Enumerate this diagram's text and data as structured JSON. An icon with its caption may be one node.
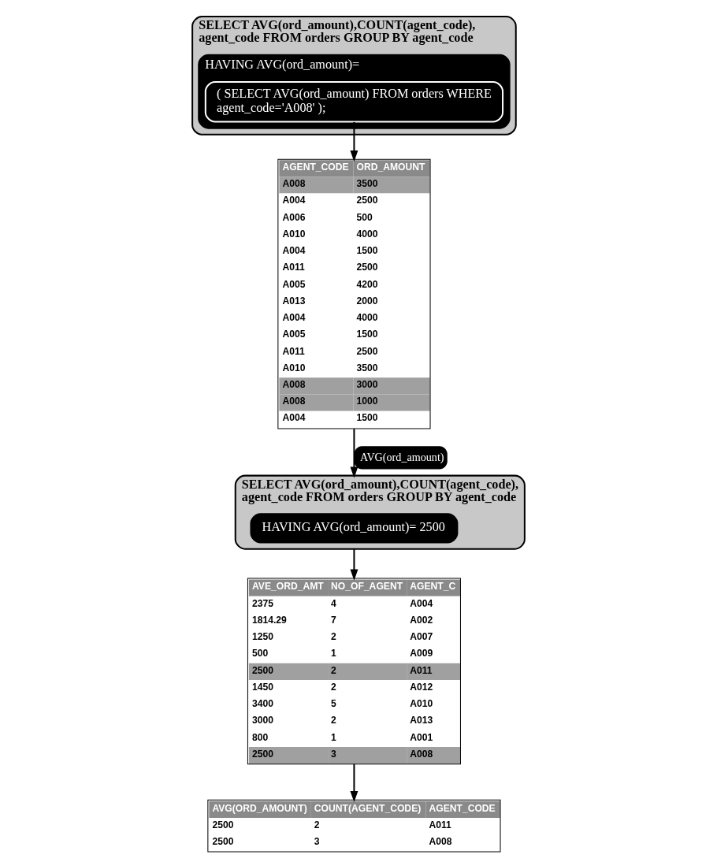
{
  "diagram": {
    "nodes": [
      {
        "text": [
          "SELECT AVG(ord_amount),COUNT(agent_code), agent_code FROM orders GROUP BY agent_code"
        ]
      },
      {
        "text": [
          "HAVING AVG(ord_amount)="
        ],
        "in": 0
      },
      {
        "text": [
          "( SELECT AVG(ord_amount) FROM orders WHERE agent_code='A008' );"
        ],
        "in": 1
      },
      {
        "text": [
          "AGENT_CODE",
          "ORD_AMOUNT",
          "A008",
          "3500",
          "A004",
          "2500",
          "A006",
          "500",
          "A010",
          "4000",
          "A004",
          "1500",
          "A011",
          "2500",
          "A005",
          "4200",
          "A013",
          "2000",
          "A004",
          "4000",
          "A005",
          "1500",
          "A011",
          "2500",
          "A010",
          "3500",
          "A008",
          "3000",
          "A008",
          "1000",
          "A004",
          "1500"
        ]
      },
      {
        "text": [
          "SELECT AVG(ord_amount),COUNT(agent_code), agent_code FROM orders GROUP BY agent_code"
        ]
      },
      {
        "text": [
          "HAVING AVG(ord_amount)= 2500"
        ],
        "in": 4
      },
      {
        "text": [
          "AVE_ORD_AMT",
          "NO_OF_AGENT",
          "AGENT_C",
          "2375",
          "4",
          "A004",
          "1814.29",
          "7",
          "A002",
          "1250",
          "2",
          "A007",
          "500",
          "1",
          "A009",
          "2500",
          "2",
          "A011",
          "1450",
          "2",
          "A012",
          "3400",
          "5",
          "A010",
          "3000",
          "2",
          "A013",
          "800",
          "1",
          "A001",
          "2500",
          "3",
          "A008"
        ]
      },
      {
        "text": [
          "AVG(ORD_AMOUNT)",
          "COUNT(AGENT_CODE)",
          "AGENT_CODE",
          "2500",
          "2",
          "A011",
          "2500",
          "3",
          "A008"
        ]
      }
    ],
    "edges": [
      {
        "from": 2,
        "to": 3,
        "arrow": "to"
      },
      {
        "from": 3,
        "to": 4,
        "arrow": "to",
        "label": "AVG(ord_amount)"
      },
      {
        "from": 4,
        "to": 6,
        "arrow": "to"
      },
      {
        "from": 6,
        "to": 7,
        "arrow": "to"
      }
    ]
  }
}
